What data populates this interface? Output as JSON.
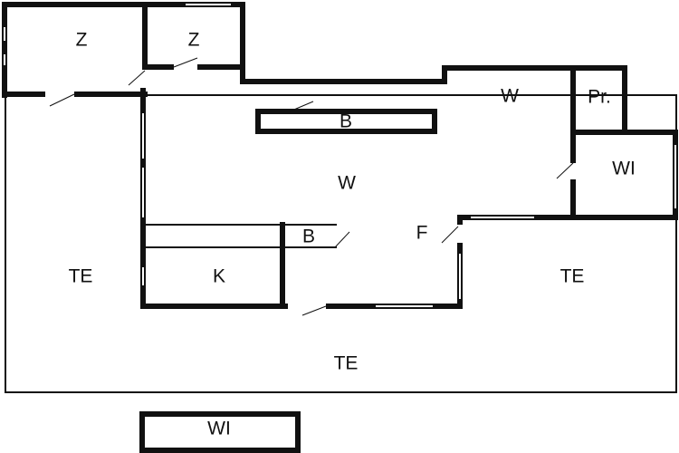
{
  "plan": {
    "rooms": {
      "z1": "Z",
      "z2": "Z",
      "b1": "B",
      "w_main": "W",
      "w_upper": "W",
      "pr": "Pr.",
      "wi_right": "WI",
      "b2": "B",
      "f": "F",
      "te_left": "TE",
      "k": "K",
      "te_right": "TE",
      "te_bottom": "TE",
      "wi_bottom": "WI"
    },
    "colors": {
      "wall": "#111111",
      "background": "#ffffff"
    }
  }
}
